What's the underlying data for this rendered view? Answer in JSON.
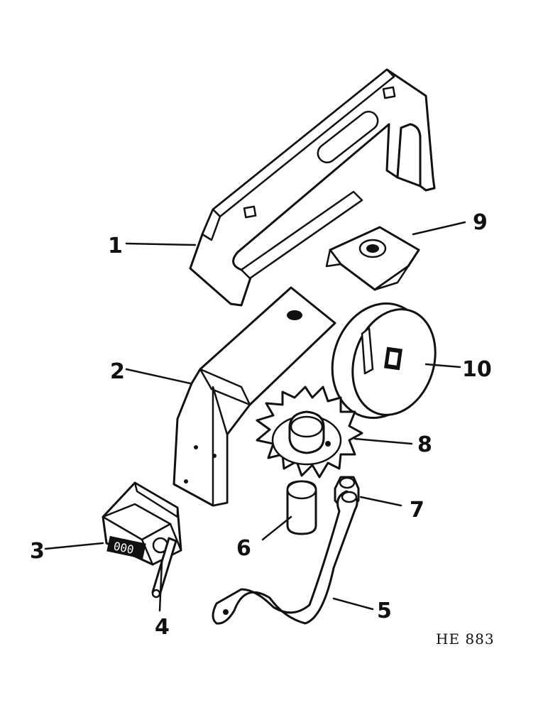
{
  "callouts": {
    "c1": "1",
    "c2": "2",
    "c3": "3",
    "c4": "4",
    "c5": "5",
    "c6": "6",
    "c7": "7",
    "c8": "8",
    "c9": "9",
    "c10": "10"
  },
  "figure_code": "HE 883",
  "counter_display": "000"
}
